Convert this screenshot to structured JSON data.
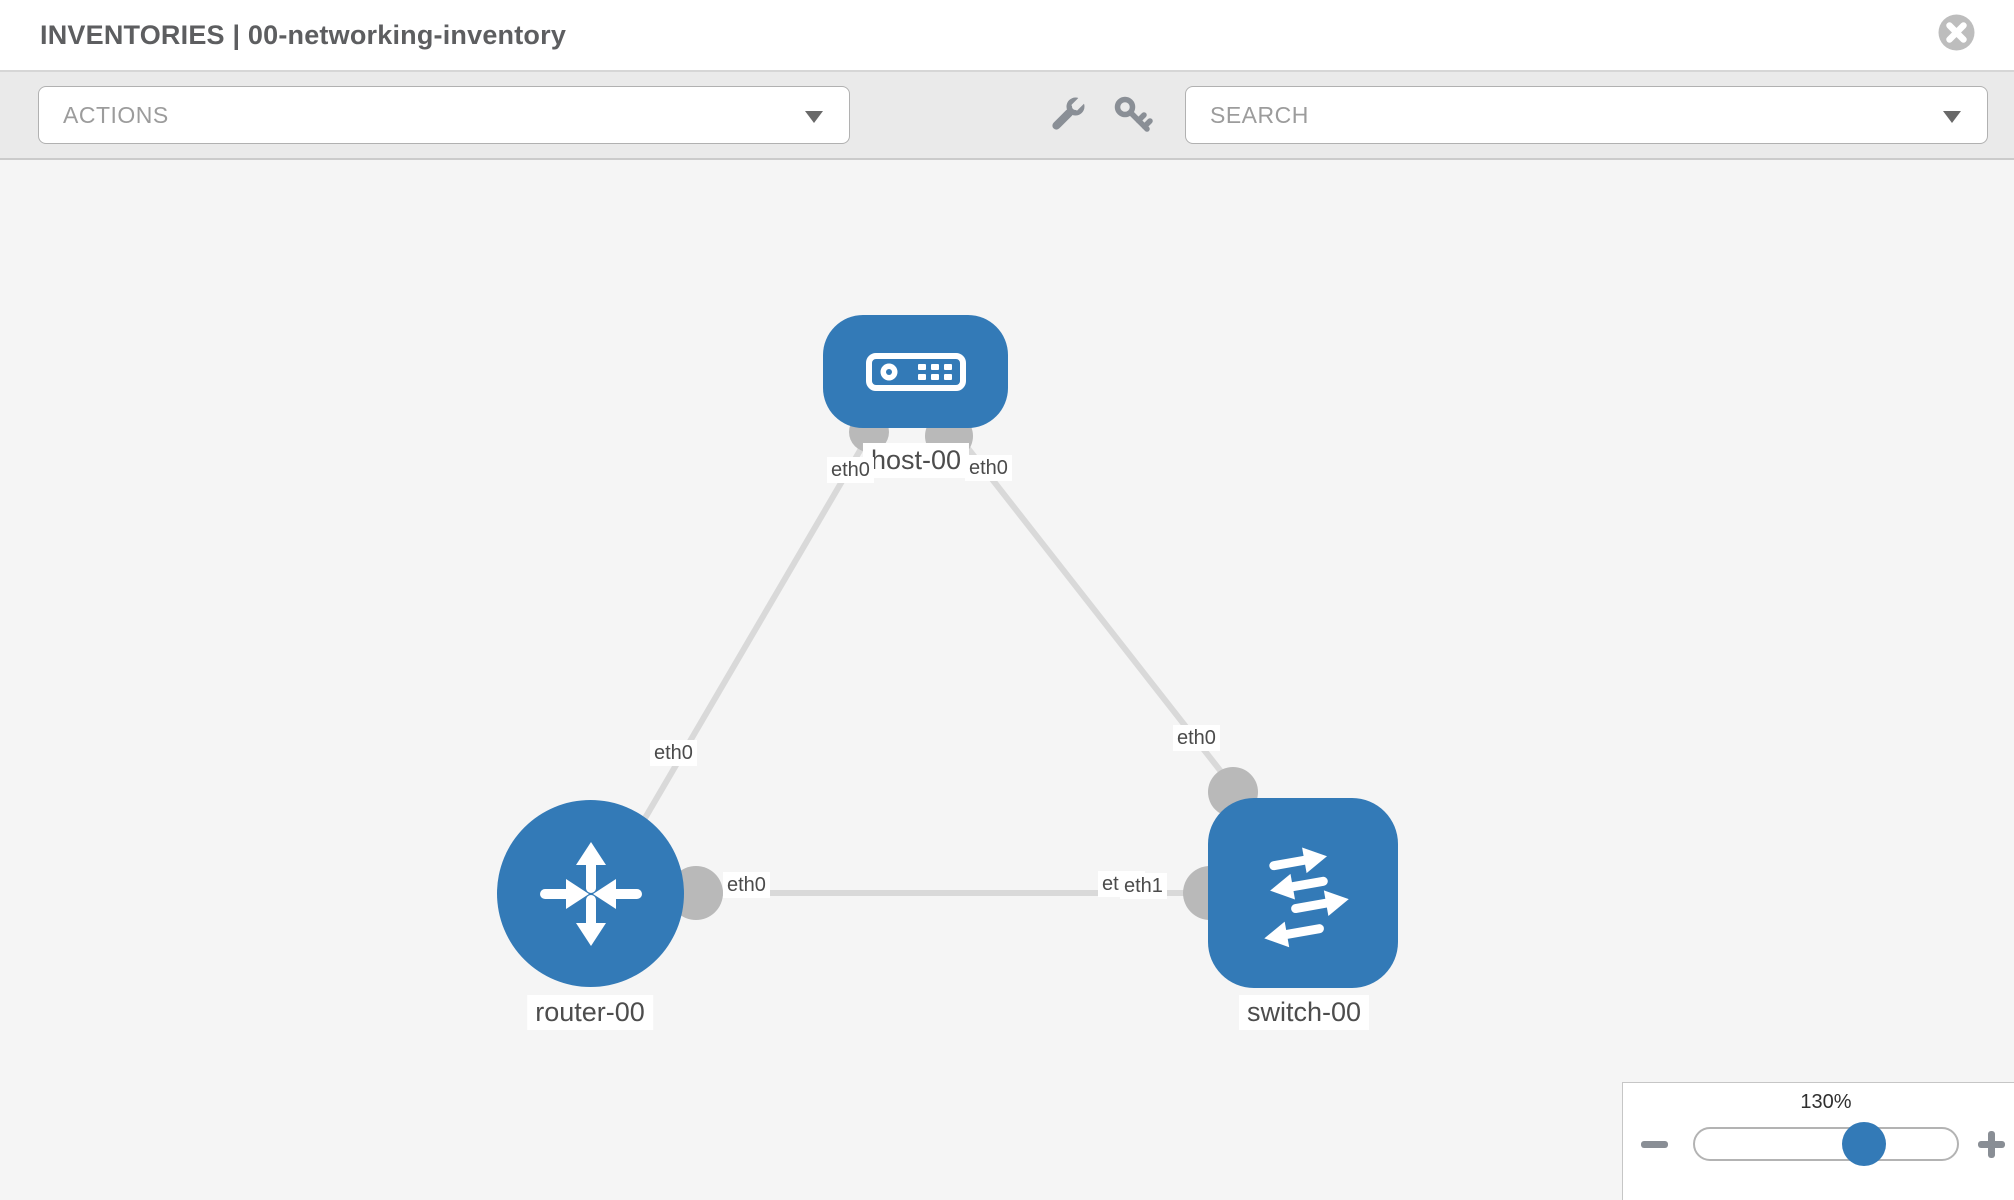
{
  "header": {
    "title": "INVENTORIES | 00-networking-inventory",
    "close_icon": "circle-x"
  },
  "toolbar": {
    "actions_dropdown": {
      "label": "ACTIONS",
      "caret_icon": "caret-down"
    },
    "wrench_icon": "wrench",
    "key_icon": "key",
    "search_dropdown": {
      "label": "SEARCH",
      "caret_icon": "caret-down"
    }
  },
  "topology": {
    "nodes": [
      {
        "id": "host-00",
        "type": "host",
        "label": "host-00",
        "icon": "host-device-icon"
      },
      {
        "id": "router-00",
        "type": "router",
        "label": "router-00",
        "icon": "router-arrows-icon"
      },
      {
        "id": "switch-00",
        "type": "switch",
        "label": "switch-00",
        "icon": "switch-arrows-icon"
      }
    ],
    "links": [
      {
        "from": "host-00",
        "to": "router-00",
        "from_interface": "eth0",
        "to_interface": "eth0"
      },
      {
        "from": "host-00",
        "to": "switch-00",
        "from_interface": "eth0",
        "to_interface": "eth0"
      },
      {
        "from": "router-00",
        "to": "switch-00",
        "from_interface": "eth0",
        "to_interface": "eth1",
        "to_interface_overlapped": "eth0"
      }
    ]
  },
  "zoom_control": {
    "level": "130%",
    "minus_icon": "minus",
    "plus_icon": "plus"
  },
  "colors": {
    "node_blue": "#337ab7",
    "link_gray": "#d9d9d9",
    "interface_dot_gray": "#b9b9b9",
    "canvas_bg": "#f5f5f5",
    "toolbar_bg": "#eaeaea"
  }
}
